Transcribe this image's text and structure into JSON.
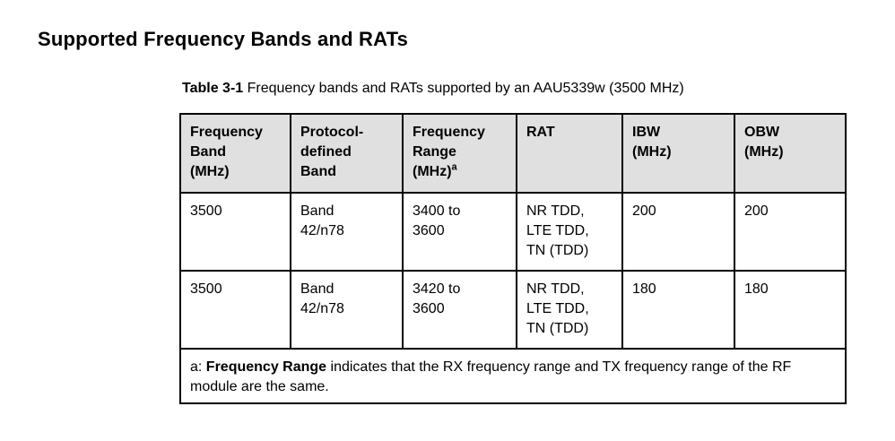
{
  "page": {
    "heading": "Supported Frequency Bands and RATs"
  },
  "colors": {
    "header_bg": "#e0e0e0",
    "border": "#000000",
    "text": "#000000"
  },
  "table": {
    "caption_label": "Table 3-1",
    "caption_text": " Frequency bands and RATs supported by an AAU5339w (3500 MHz)",
    "columns": [
      {
        "text": "Frequency\nBand\n(MHz)"
      },
      {
        "text": "Protocol-\ndefined\nBand"
      },
      {
        "text": "Frequency\nRange\n(MHz)",
        "sup": "a"
      },
      {
        "text": "RAT"
      },
      {
        "text": "IBW\n(MHz)"
      },
      {
        "text": "OBW\n(MHz)"
      }
    ],
    "rows": [
      {
        "cells": [
          "3500",
          "Band\n42/n78",
          "3400 to\n3600",
          "NR TDD,\nLTE TDD,\nTN (TDD)",
          "200",
          "200"
        ]
      },
      {
        "cells": [
          "3500",
          "Band\n42/n78",
          "3420 to\n3600",
          "NR TDD,\nLTE TDD,\nTN (TDD)",
          "180",
          "180"
        ]
      }
    ],
    "footnote": {
      "prefix": "a: ",
      "bold": "Frequency Range",
      "rest": " indicates that the RX frequency range and TX frequency range of the RF module are the same."
    }
  }
}
